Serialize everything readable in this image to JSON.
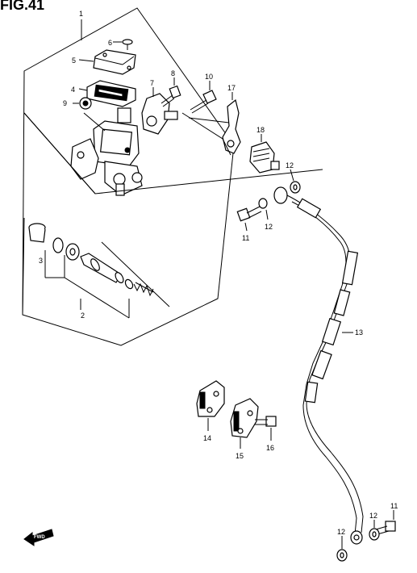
{
  "title": "FIG.41",
  "callouts": [
    {
      "id": "c1",
      "text": "1"
    },
    {
      "id": "c2",
      "text": "2"
    },
    {
      "id": "c3",
      "text": "3"
    },
    {
      "id": "c4",
      "text": "4"
    },
    {
      "id": "c5",
      "text": "5"
    },
    {
      "id": "c6",
      "text": "6"
    },
    {
      "id": "c7",
      "text": "7"
    },
    {
      "id": "c8",
      "text": "8"
    },
    {
      "id": "c9",
      "text": "9"
    },
    {
      "id": "c10",
      "text": "10"
    },
    {
      "id": "c11a",
      "text": "11"
    },
    {
      "id": "c11b",
      "text": "11"
    },
    {
      "id": "c12a",
      "text": "12"
    },
    {
      "id": "c12b",
      "text": "12"
    },
    {
      "id": "c12c",
      "text": "12"
    },
    {
      "id": "c12d",
      "text": "12"
    },
    {
      "id": "c13",
      "text": "13"
    },
    {
      "id": "c14",
      "text": "14"
    },
    {
      "id": "c15",
      "text": "15"
    },
    {
      "id": "c16",
      "text": "16"
    },
    {
      "id": "c17",
      "text": "17"
    },
    {
      "id": "c18",
      "text": "18"
    }
  ],
  "fwd_label": "FWD"
}
